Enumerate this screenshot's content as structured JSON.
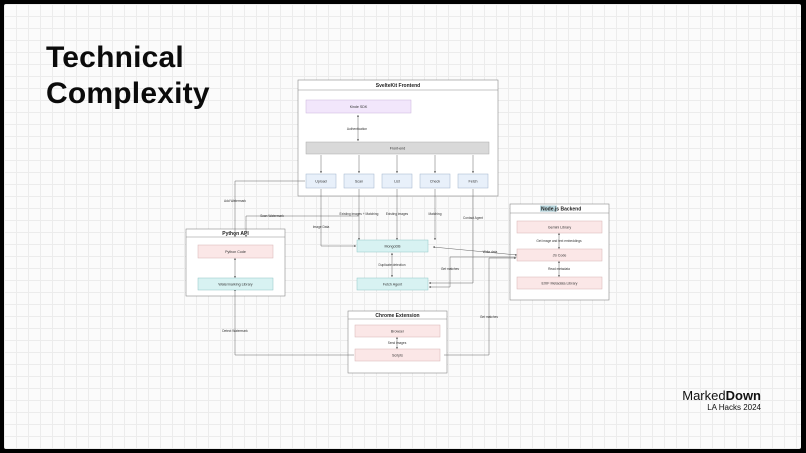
{
  "slide": {
    "title_line1": "Technical",
    "title_line2": "Complexity"
  },
  "brand": {
    "name_regular": "Marked",
    "name_bold": "Down",
    "event": "LA Hacks 2024"
  },
  "colors": {
    "purple_fill": "#f2e6fb",
    "gray_fill": "#d9d9d9",
    "blue_fill": "#e8f0fa",
    "pink_fill": "#fbe7e7",
    "teal_fill": "#d8f2f2",
    "highlight": "#b9d7de"
  },
  "diagram": {
    "frontend": {
      "title": "SvelteKit Frontend",
      "kinde": "Kinde SDK",
      "auth_label": "Authentication",
      "frontend_node": "Front-end",
      "upload": "Upload",
      "scan": "Scan",
      "list": "List",
      "check": "Check",
      "fetch": "Fetch"
    },
    "python": {
      "title": "Python API",
      "code": "Python Code",
      "watermark_lib": "Watermarking Library"
    },
    "node": {
      "title_highlight": "Node.js",
      "title_rest": " Backend",
      "gemini": "Gemini Library",
      "js_code": "JS Code",
      "exif": "EXIF Metadata Library",
      "edge_gemini": "Get image and text embeddings",
      "edge_exif": "Read metadata"
    },
    "center": {
      "mongodb": "MongoDB",
      "fetch_agent": "Fetch Agent",
      "edge_duplicate": "Duplicate detection"
    },
    "chrome": {
      "title": "Chrome Extension",
      "browser": "Browser",
      "scripts": "Scripts",
      "edge_send": "Send images"
    },
    "edges": {
      "add_watermark": "Add Watermark",
      "scan_watermark": "Scan Watermark",
      "image_data": "Image Data",
      "existing_matching": "Existing images + Matching",
      "existing_images": "Existing images",
      "matching": "Matching",
      "contact_agent": "Contact Agent",
      "write_data": "Write data",
      "get_matches": "Get matches",
      "get_matches2": "Get matches",
      "detect_watermark": "Detect Watermark"
    }
  }
}
